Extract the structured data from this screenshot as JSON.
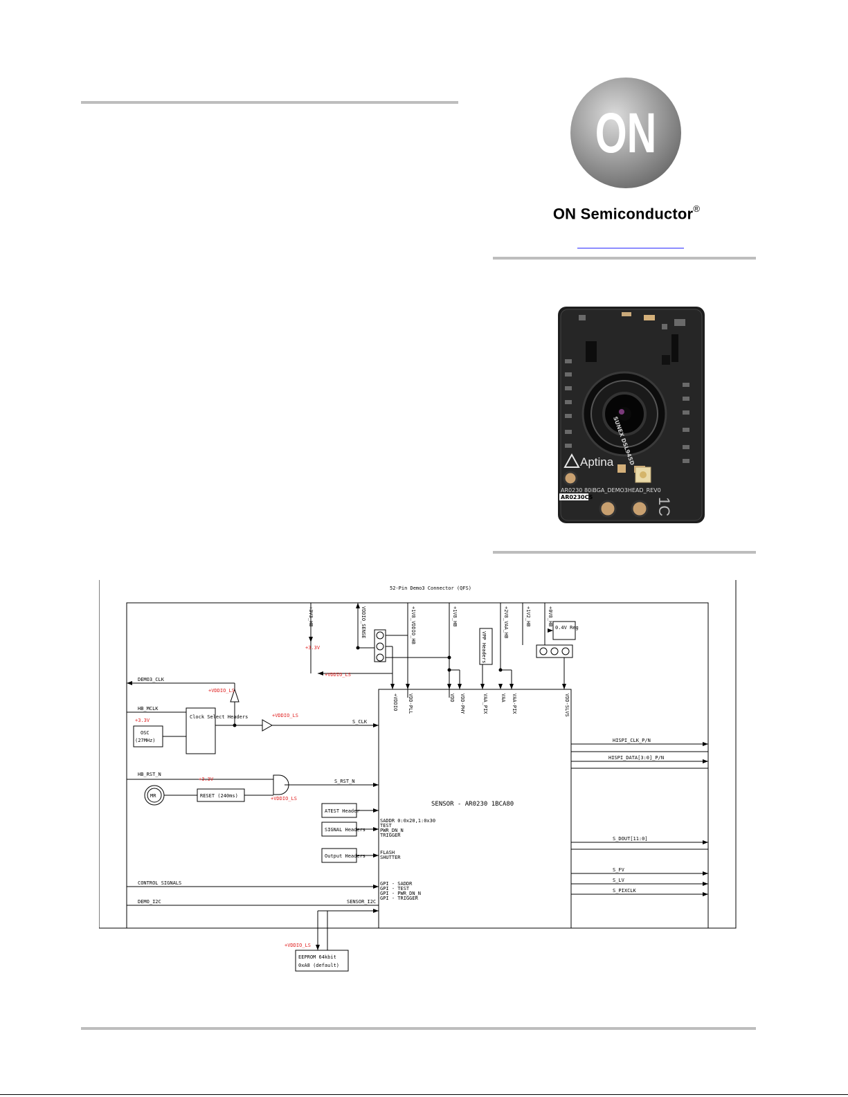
{
  "logo": {
    "letters": "ON",
    "brand_name": "ON Semiconductor",
    "registered": "®"
  },
  "board_photo": {
    "silk_brand": "Aptina",
    "silk_model": "AR0230",
    "silk_part": "80iBGA_DEMO3HEAD_REV0",
    "silk_label": "AR0230CS",
    "lens_text": "SUNEX DSL945D",
    "silk_corner": "1C"
  },
  "diagram": {
    "connector_title": "52-Pin Demo3 Connector (QFS)",
    "sensor_title": "SENSOR - AR0230 1BCA80",
    "rails": {
      "p3v3_hb": "+3V3_HB",
      "vdd_sense": "VDDIO_SENSE",
      "p1v8_vddio_hb": "+1V8_VDDIO_HB",
      "p1v8_hb": "+1V8_HB",
      "p2v8_vaa_hb": "+2V8_VAA_HB",
      "p1v2_hb": "+1V2_HB",
      "p0v8_hb": "+0V8_HB"
    },
    "labels": {
      "p3v3": "+3.3V",
      "vddio_ls": "+VDDIO_LS",
      "reg": "0.4V Reg",
      "vpp_headers": "VPP Headers",
      "demo3_clk": "DEMO3_CLK",
      "hb_mclk": "HB_MCLK",
      "p3v3b": "+3.3V",
      "osc": "OSC",
      "osc_freq": "(27MHz)",
      "clock_select": "Clock Select Headers",
      "s_clk": "S_CLK",
      "hb_rst_n": "HB_RST_N",
      "reset": "RESET (240ms)",
      "mr": "MR",
      "s_rst_n": "S_RST_N",
      "atest": "ATEST Header",
      "signal": "SIGNAL Headers",
      "output": "Output Headers",
      "control_signals": "CONTROL SIGNALS",
      "demo_i2c": "DEMO_I2C",
      "sensor_i2c": "SENSOR_I2C",
      "eeprom": "EEPROM 64kbit",
      "eeprom_addr": "0xA8 (default)",
      "hispi_clk": "HISPI_CLK_P/N",
      "hispi_data": "HISPI_DATA[3:0]_P/N",
      "s_dout": "S_DOUT[11:0]",
      "s_fv": "S_FV",
      "s_lv": "S_LV",
      "s_pixclk": "S_PIXCLK",
      "saddr_pins": [
        "SADDR 0:0x20,1:0x30",
        "TEST",
        "PWR_DN_N",
        "TRIGGER"
      ],
      "flash_pins": [
        "FLASH",
        "SHUTTER"
      ],
      "gpi_pins": [
        "GPI - SADDR",
        "GPI - TEST",
        "GPI - PWR_DN_N",
        "GPI - TRIGGER"
      ]
    },
    "sensor_pins": [
      "+VDDIO",
      "VDD-PLL",
      "VDD",
      "VDD-PHY",
      "VAA_PIX",
      "VAA",
      "VAA-PIX",
      "VDD-SLVS"
    ]
  }
}
